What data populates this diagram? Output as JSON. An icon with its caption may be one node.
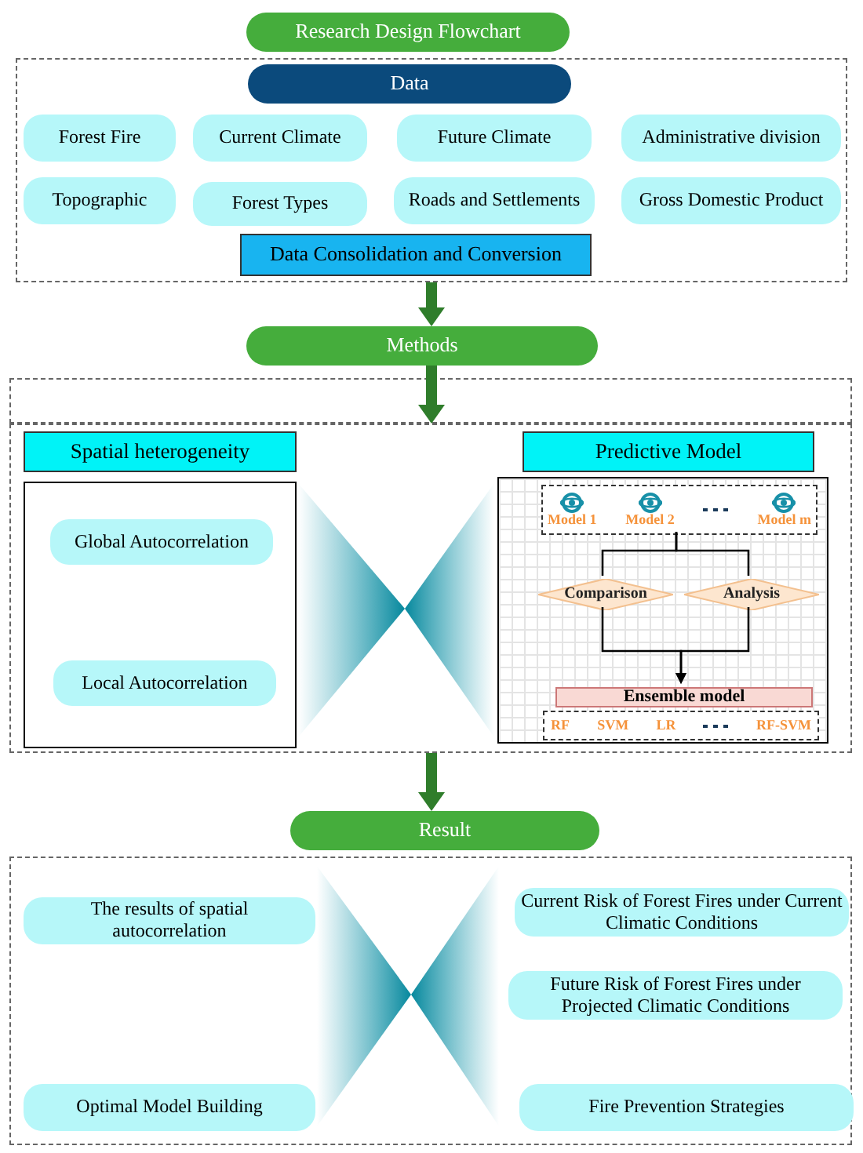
{
  "diagram": {
    "nodes": [
      {
        "text": [
          "Research Design Flowchart"
        ]
      },
      {
        "text": [],
        "shape": "box"
      },
      {
        "text": [
          "Data"
        ],
        "in": 1
      },
      {
        "text": [
          "Forest Fire"
        ],
        "in": 1
      },
      {
        "text": [
          "Current Climate"
        ],
        "in": 1
      },
      {
        "text": [
          "Future Climate"
        ],
        "in": 1
      },
      {
        "text": [
          "Administrative division"
        ],
        "in": 1
      },
      {
        "text": [
          "Topographic"
        ],
        "in": 1
      },
      {
        "text": [
          "Forest Types"
        ],
        "in": 1
      },
      {
        "text": [
          "Roads and Settlements"
        ],
        "in": 1
      },
      {
        "text": [
          "Gross Domestic Product"
        ],
        "in": 1
      },
      {
        "text": [
          "Data Consolidation and Conversion"
        ],
        "in": 1
      },
      {
        "text": [
          "Methods"
        ]
      },
      {
        "text": [],
        "shape": "box"
      },
      {
        "text": [],
        "shape": "box"
      },
      {
        "text": [
          "Spatial heterogeneity"
        ],
        "in": 14
      },
      {
        "text": [],
        "shape": "box",
        "in": 14
      },
      {
        "text": [
          "Global Autocorrelation"
        ],
        "in": 16
      },
      {
        "text": [
          "Local Autocorrelation"
        ],
        "in": 16
      },
      {
        "text": [
          "Predictive Model"
        ],
        "in": 14
      },
      {
        "text": [],
        "shape": "box",
        "in": 14
      },
      {
        "text": [
          "Model 1",
          "Model 2",
          "Model m"
        ],
        "in": 20
      },
      {
        "text": [
          "Comparison"
        ],
        "in": 20
      },
      {
        "text": [
          "Analysis"
        ],
        "in": 20
      },
      {
        "text": [
          "Ensemble model"
        ],
        "in": 20
      },
      {
        "text": [
          "RF",
          "SVM",
          "LR",
          "RF-SVM"
        ],
        "in": 20
      },
      {
        "text": [
          "Result"
        ]
      },
      {
        "text": [],
        "shape": "box"
      },
      {
        "text": [
          "The results of spatial autocorrelation"
        ],
        "in": 27
      },
      {
        "text": [
          "Current Risk of Forest Fires under Current Climatic Conditions"
        ],
        "in": 27
      },
      {
        "text": [
          "Future Risk of Forest Fires under Projected Climatic Conditions"
        ],
        "in": 27
      },
      {
        "text": [
          "Optimal Model Building"
        ],
        "in": 27
      },
      {
        "text": [
          "Fire Prevention Strategies"
        ],
        "in": 27
      }
    ],
    "edges": [
      {
        "from": 1,
        "to": 12,
        "arrow": "to",
        "style": "thick",
        "color": "#2f7d2b"
      },
      {
        "from": 12,
        "to": 13,
        "arrow": "to",
        "style": "thick",
        "color": "#2f7d2b"
      },
      {
        "from": 21,
        "to": 22,
        "arrow": "none"
      },
      {
        "from": 21,
        "to": 23,
        "arrow": "none"
      },
      {
        "from": 22,
        "to": 24,
        "arrow": "to"
      },
      {
        "from": 23,
        "to": 24,
        "arrow": "to"
      },
      {
        "from": 14,
        "to": 26,
        "arrow": "to",
        "style": "thick",
        "color": "#2f7d2b"
      }
    ]
  }
}
